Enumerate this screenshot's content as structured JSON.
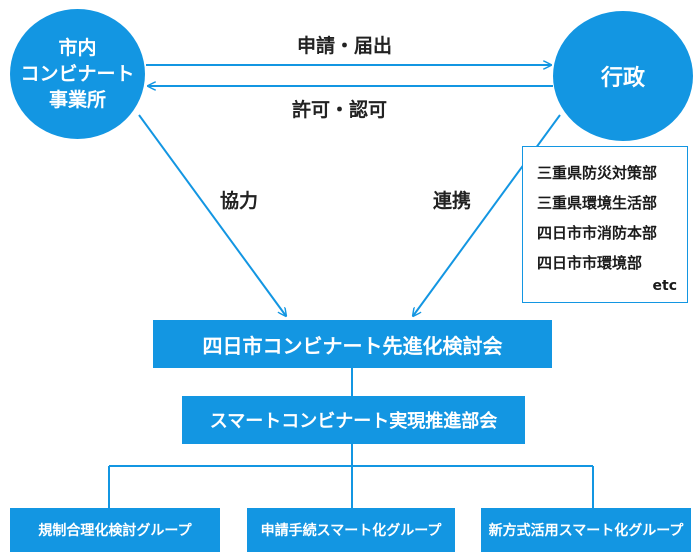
{
  "nodes": {
    "companies_line1": "市内",
    "companies_line2": "コンビナート",
    "companies_line3": "事業所",
    "government": "行政"
  },
  "edge_labels": {
    "apply": "申請・届出",
    "permit": "許可・認可",
    "cooperation": "協力",
    "linkage": "連携"
  },
  "departments": {
    "items": [
      "三重県防災対策部",
      "三重県環境生活部",
      "四日市市消防本部",
      "四日市市環境部"
    ],
    "etc": "etc"
  },
  "council": "四日市コンビナート先進化検討会",
  "subcommittee": "スマートコンビナート実現推進部会",
  "groups": [
    "規制合理化検討グループ",
    "申請手続スマート化グループ",
    "新方式活用スマート化グループ"
  ],
  "colors": {
    "accent": "#1396e2",
    "line": "#1396e2"
  }
}
